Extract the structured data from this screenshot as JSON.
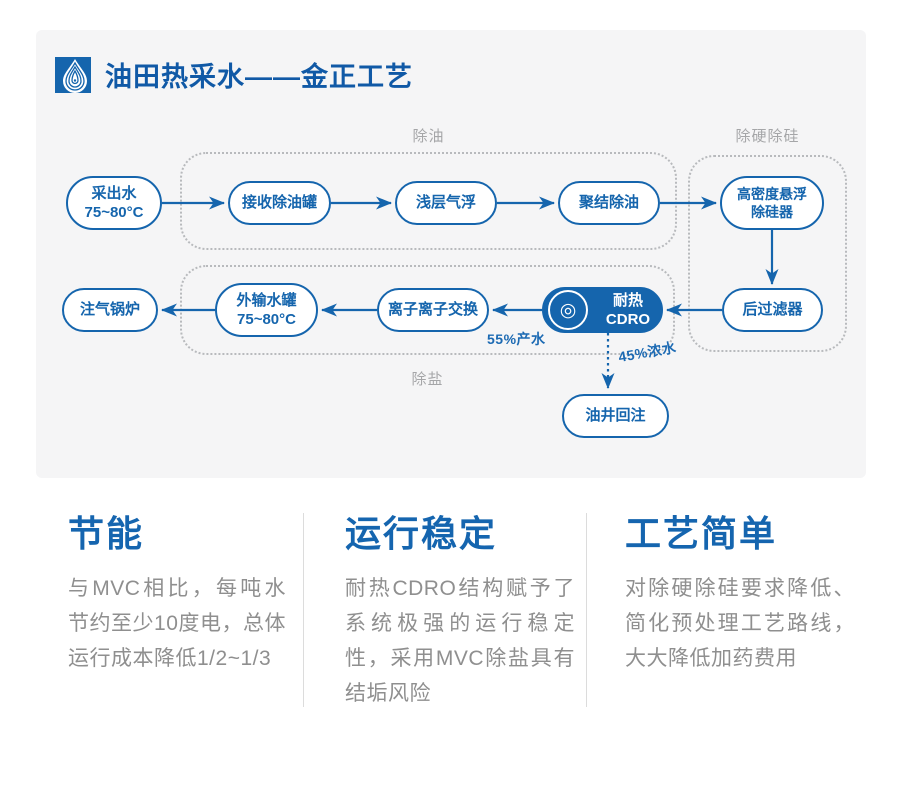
{
  "header": {
    "title": "油田热采水——金正工艺"
  },
  "colors": {
    "primary_blue": "#1565ad",
    "panel_gray": "#f5f5f6"
  },
  "diagram": {
    "group_labels": {
      "deoiling": "除油",
      "dehardening": "除硬除硅",
      "desalting": "除盐"
    },
    "nodes": {
      "produced_water": {
        "l1": "采出水",
        "l2": "75~80°C"
      },
      "receiving_tank": {
        "l1": "接收除油罐"
      },
      "shallow_flotation": {
        "l1": "浅层气浮"
      },
      "coalescing_deoiling": {
        "l1": "聚结除油"
      },
      "high_density_desilicifier": {
        "l1": "高密度悬浮",
        "l2": "除硅器"
      },
      "gas_injection_boiler": {
        "l1": "注气锅炉"
      },
      "export_tank": {
        "l1": "外输水罐",
        "l2": "75~80°C"
      },
      "ion_exchange": {
        "l1": "离子离子交换"
      },
      "cdro": {
        "icon": "◎",
        "l1": "耐热CDRO"
      },
      "post_filter": {
        "l1": "后过滤器"
      },
      "well_reinjection": {
        "l1": "油井回注"
      }
    },
    "flow_labels": {
      "product_water": "55%产水",
      "concentrate": "45%浓水"
    }
  },
  "features": [
    {
      "title": "节能",
      "body": "与MVC相比，每吨水节约至少10度电，总体运行成本降低1/2~1/3"
    },
    {
      "title": "运行稳定",
      "body": "耐热CDRO结构赋予了系统极强的运行稳定性，采用MVC除盐具有结垢风险"
    },
    {
      "title": "工艺简单",
      "body": "对除硬除硅要求降低、简化预处理工艺路线，大大降低加药费用"
    }
  ]
}
